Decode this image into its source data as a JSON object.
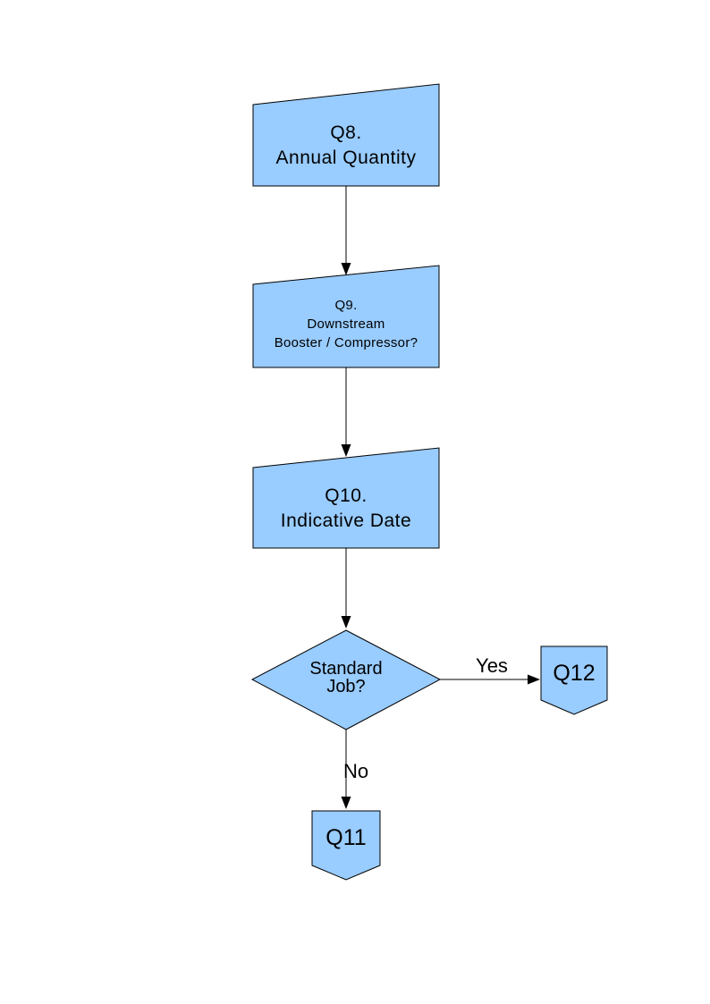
{
  "page": {
    "background_color": "#FFFFFF"
  },
  "flowchart": {
    "style": {
      "node_fill_color": "#99CCFF",
      "node_border_color": "#000000",
      "connector_color": "#000000",
      "text_color": "#000000"
    },
    "nodes": {
      "q8": {
        "shape": "card",
        "line1": "Q8.",
        "line2": "Annual Quantity"
      },
      "q9": {
        "shape": "card",
        "line1": "Q9.",
        "line2": "Downstream",
        "line3": "Booster / Compressor?"
      },
      "q10": {
        "shape": "card",
        "line1": "Q10.",
        "line2": "Indicative Date"
      },
      "decision": {
        "shape": "diamond",
        "line1": "Standard",
        "line2": "Job?"
      },
      "q12": {
        "shape": "offpage-connector",
        "label": "Q12"
      },
      "q11": {
        "shape": "offpage-connector",
        "label": "Q11"
      }
    },
    "edges": {
      "decision_yes": {
        "label": "Yes"
      },
      "decision_no": {
        "label": "No"
      }
    }
  }
}
